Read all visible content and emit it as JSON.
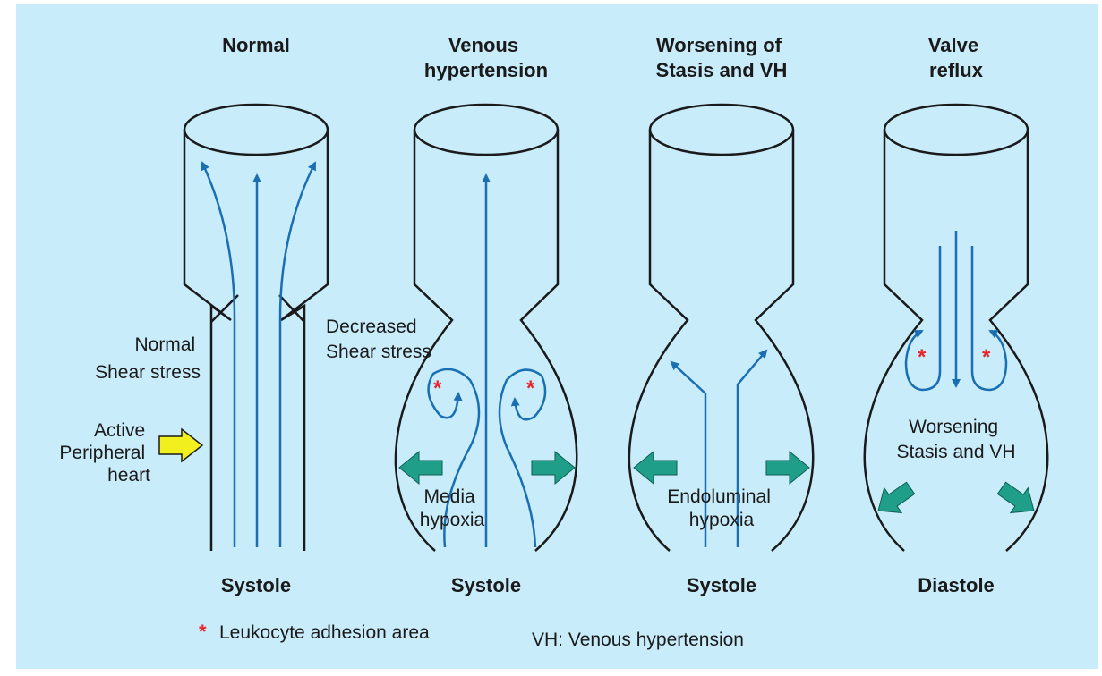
{
  "colors": {
    "background": "#c9ecfb",
    "vessel_outline": "#1a1a1a",
    "flow": "#1a6fb3",
    "leukocyte": "#e8232a",
    "pressure_arrow": "#1f9e8a",
    "active_arrow": "#f2ef1f"
  },
  "panels": [
    {
      "title": [
        "Normal"
      ],
      "phase": "Systole"
    },
    {
      "title": [
        "Venous",
        "hypertension"
      ],
      "phase": "Systole"
    },
    {
      "title": [
        "Worsening of",
        "Stasis and VH"
      ],
      "phase": "Systole"
    },
    {
      "title": [
        "Valve",
        "reflux"
      ],
      "phase": "Diastole"
    }
  ],
  "annotations": {
    "normal_shear": [
      "Normal",
      "Shear stress"
    ],
    "active_heart": [
      "Active",
      "Peripheral",
      "heart"
    ],
    "decreased_shear": [
      "Decreased",
      "Shear stress"
    ],
    "media_hypoxia": [
      "Media",
      "hypoxia"
    ],
    "endoluminal_hypoxia": [
      "Endoluminal",
      "hypoxia"
    ],
    "worsening_stasis": [
      "Worsening",
      "Stasis and VH"
    ]
  },
  "legend": {
    "symbol": "*",
    "leukocyte_label": "Leukocyte adhesion area",
    "vh_definition": "VH: Venous hypertension"
  }
}
